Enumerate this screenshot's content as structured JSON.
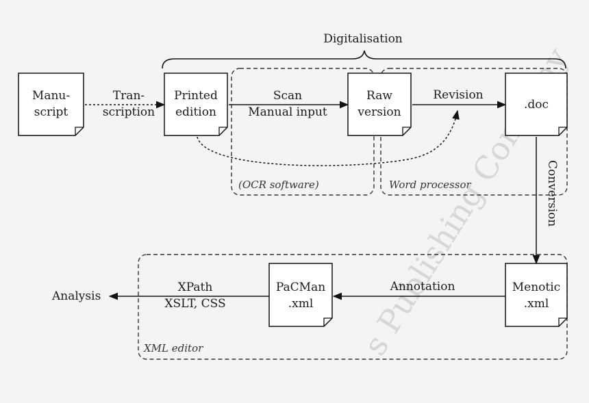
{
  "watermark": "s Publishing Company",
  "top_group": {
    "label": "Digitalisation"
  },
  "regions": {
    "ocr": "(OCR software)",
    "word": "Word processor",
    "xml": "XML editor"
  },
  "nodes": {
    "manuscript": {
      "line1": "Manu-",
      "line2": "script"
    },
    "printed": {
      "line1": "Printed",
      "line2": "edition"
    },
    "raw": {
      "line1": "Raw",
      "line2": "version"
    },
    "doc": {
      "line1": ".doc"
    },
    "menotic": {
      "line1": "Menotic",
      "line2": ".xml"
    },
    "pacman": {
      "line1": "PaCMan",
      "line2": ".xml"
    },
    "analysis": {
      "line1": "Analysis"
    }
  },
  "edges": {
    "transcription": {
      "line1": "Tran-",
      "line2": "scription"
    },
    "scan": {
      "line1": "Scan",
      "line2": "Manual input"
    },
    "revision": {
      "line1": "Revision"
    },
    "conversion": {
      "line1": "Conversion"
    },
    "annotation": {
      "line1": "Annotation"
    },
    "xpath": {
      "line1": "XPath",
      "line2": "XSLT, CSS"
    }
  }
}
